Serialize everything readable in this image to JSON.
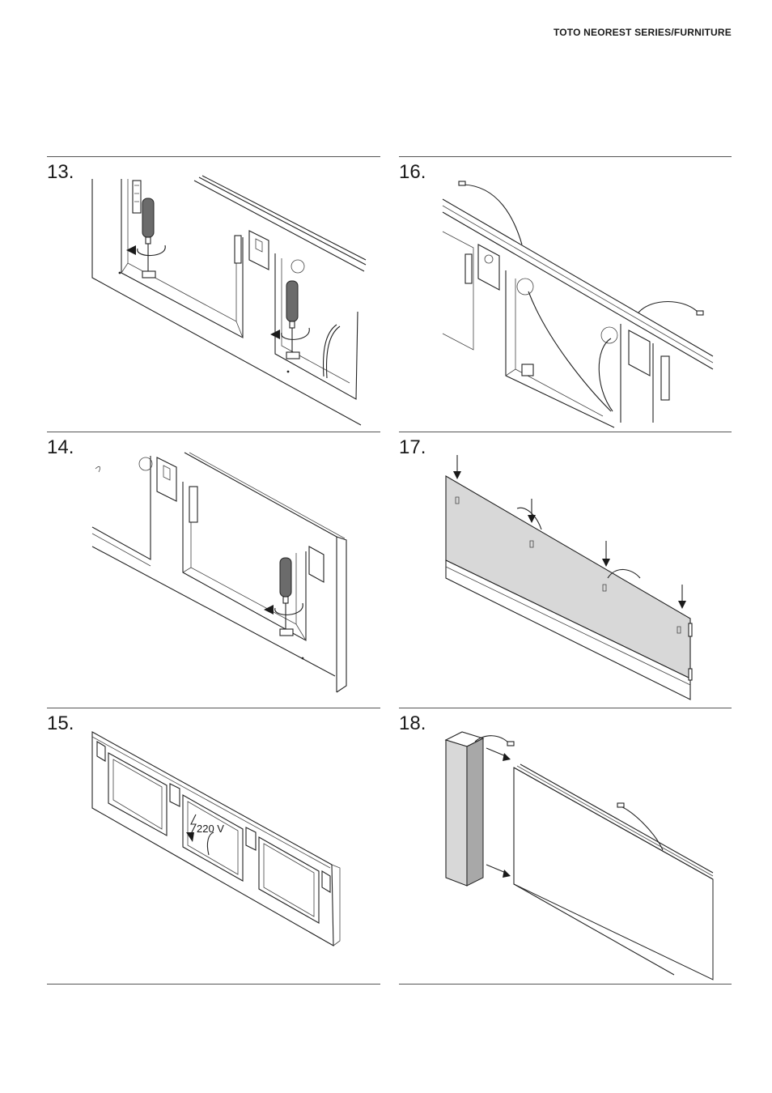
{
  "header": {
    "title": "TOTO NEOREST SERIES/FURNITURE"
  },
  "steps": [
    {
      "number": "13."
    },
    {
      "number": "14."
    },
    {
      "number": "15.",
      "voltage_label": "220 V"
    },
    {
      "number": "16."
    },
    {
      "number": "17."
    },
    {
      "number": "18."
    }
  ],
  "icons": {
    "screwdriver": "screwdriver-icon",
    "rotation_arrow": "rotate-arrow-icon",
    "push_arrow": "down-arrow-icon",
    "lightning": "lightning-icon"
  }
}
